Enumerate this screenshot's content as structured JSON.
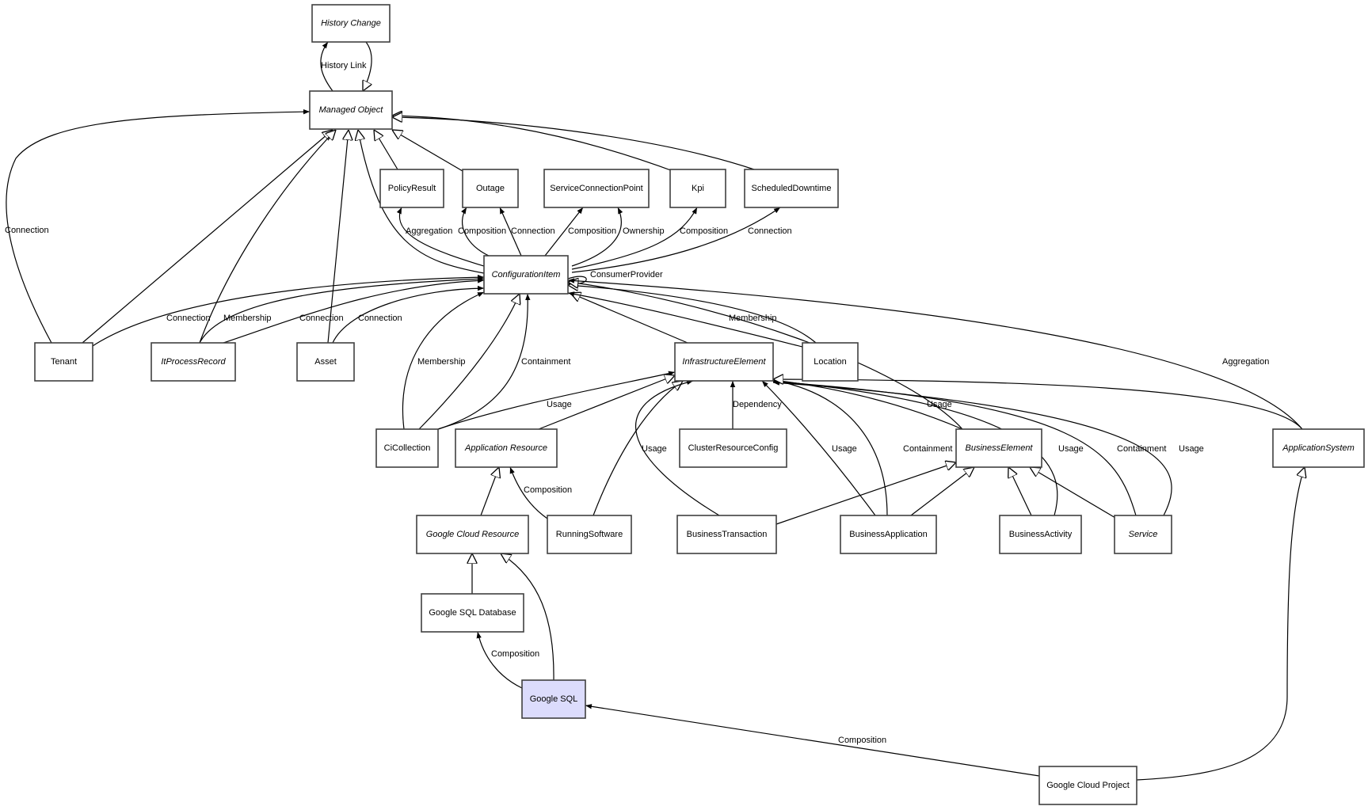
{
  "diagram": {
    "title": "Google SQL class relationship diagram",
    "highlight_color": "#dcdcfc",
    "nodes": [
      {
        "id": "history_change",
        "label": "History Change",
        "abstract": true
      },
      {
        "id": "managed_object",
        "label": "Managed Object",
        "abstract": true
      },
      {
        "id": "policy_result",
        "label": "PolicyResult",
        "abstract": false
      },
      {
        "id": "outage",
        "label": "Outage",
        "abstract": false
      },
      {
        "id": "service_connection_point",
        "label": "ServiceConnectionPoint",
        "abstract": false
      },
      {
        "id": "kpi",
        "label": "Kpi",
        "abstract": false
      },
      {
        "id": "scheduled_downtime",
        "label": "ScheduledDowntime",
        "abstract": false
      },
      {
        "id": "configuration_item",
        "label": "ConfigurationItem",
        "abstract": true
      },
      {
        "id": "tenant",
        "label": "Tenant",
        "abstract": false
      },
      {
        "id": "it_process_record",
        "label": "ItProcessRecord",
        "abstract": true
      },
      {
        "id": "asset",
        "label": "Asset",
        "abstract": false
      },
      {
        "id": "infrastructure_element",
        "label": "InfrastructureElement",
        "abstract": true
      },
      {
        "id": "location",
        "label": "Location",
        "abstract": false
      },
      {
        "id": "ci_collection",
        "label": "CiCollection",
        "abstract": false
      },
      {
        "id": "application_resource",
        "label": "Application Resource",
        "abstract": true
      },
      {
        "id": "cluster_resource_config",
        "label": "ClusterResourceConfig",
        "abstract": false
      },
      {
        "id": "business_element",
        "label": "BusinessElement",
        "abstract": true
      },
      {
        "id": "application_system",
        "label": "ApplicationSystem",
        "abstract": true
      },
      {
        "id": "google_cloud_resource",
        "label": "Google Cloud Resource",
        "abstract": true
      },
      {
        "id": "running_software",
        "label": "RunningSoftware",
        "abstract": false
      },
      {
        "id": "business_transaction",
        "label": "BusinessTransaction",
        "abstract": false
      },
      {
        "id": "business_application",
        "label": "BusinessApplication",
        "abstract": false
      },
      {
        "id": "business_activity",
        "label": "BusinessActivity",
        "abstract": false
      },
      {
        "id": "service",
        "label": "Service",
        "abstract": true
      },
      {
        "id": "google_sql_database",
        "label": "Google SQL Database",
        "abstract": false
      },
      {
        "id": "google_sql",
        "label": "Google SQL",
        "abstract": false,
        "highlighted": true
      },
      {
        "id": "google_cloud_project",
        "label": "Google Cloud Project",
        "abstract": false
      }
    ],
    "edges": [
      {
        "from": "managed_object",
        "to": "history_change",
        "label": "History Link",
        "kind": "association"
      },
      {
        "from": "history_change",
        "to": "managed_object",
        "label": "",
        "kind": "inheritance"
      },
      {
        "from": "tenant",
        "to": "managed_object",
        "label": "Connection",
        "kind": "association"
      },
      {
        "from": "tenant",
        "to": "managed_object",
        "label": "",
        "kind": "inheritance"
      },
      {
        "from": "it_process_record",
        "to": "managed_object",
        "label": "",
        "kind": "inheritance"
      },
      {
        "from": "asset",
        "to": "managed_object",
        "label": "",
        "kind": "inheritance"
      },
      {
        "from": "configuration_item",
        "to": "managed_object",
        "label": "",
        "kind": "inheritance"
      },
      {
        "from": "policy_result",
        "to": "managed_object",
        "label": "",
        "kind": "inheritance"
      },
      {
        "from": "outage",
        "to": "managed_object",
        "label": "",
        "kind": "inheritance"
      },
      {
        "from": "kpi",
        "to": "managed_object",
        "label": "",
        "kind": "inheritance"
      },
      {
        "from": "scheduled_downtime",
        "to": "managed_object",
        "label": "",
        "kind": "inheritance"
      },
      {
        "from": "configuration_item",
        "to": "policy_result",
        "label": "Aggregation",
        "kind": "association"
      },
      {
        "from": "configuration_item",
        "to": "outage",
        "label": "Composition",
        "kind": "association"
      },
      {
        "from": "configuration_item",
        "to": "outage",
        "label": "Connection",
        "kind": "association"
      },
      {
        "from": "configuration_item",
        "to": "service_connection_point",
        "label": "Composition",
        "kind": "association"
      },
      {
        "from": "configuration_item",
        "to": "service_connection_point",
        "label": "Ownership",
        "kind": "association"
      },
      {
        "from": "configuration_item",
        "to": "kpi",
        "label": "Composition",
        "kind": "association"
      },
      {
        "from": "configuration_item",
        "to": "scheduled_downtime",
        "label": "Connection",
        "kind": "association"
      },
      {
        "from": "configuration_item",
        "to": "configuration_item",
        "label": "ConsumerProvider",
        "kind": "association"
      },
      {
        "from": "tenant",
        "to": "configuration_item",
        "label": "Connection",
        "kind": "association"
      },
      {
        "from": "it_process_record",
        "to": "configuration_item",
        "label": "Membership",
        "kind": "association"
      },
      {
        "from": "it_process_record",
        "to": "configuration_item",
        "label": "Connection",
        "kind": "association"
      },
      {
        "from": "asset",
        "to": "configuration_item",
        "label": "Connection",
        "kind": "association"
      },
      {
        "from": "ci_collection",
        "to": "configuration_item",
        "label": "Membership",
        "kind": "association"
      },
      {
        "from": "ci_collection",
        "to": "configuration_item",
        "label": "",
        "kind": "inheritance"
      },
      {
        "from": "ci_collection",
        "to": "configuration_item",
        "label": "Containment",
        "kind": "association"
      },
      {
        "from": "infrastructure_element",
        "to": "configuration_item",
        "label": "",
        "kind": "inheritance"
      },
      {
        "from": "location",
        "to": "configuration_item",
        "label": "Membership",
        "kind": "association"
      },
      {
        "from": "location",
        "to": "configuration_item",
        "label": "",
        "kind": "inheritance"
      },
      {
        "from": "business_element",
        "to": "configuration_item",
        "label": "",
        "kind": "inheritance"
      },
      {
        "from": "application_system",
        "to": "configuration_item",
        "label": "Aggregation",
        "kind": "association"
      },
      {
        "from": "ci_collection",
        "to": "infrastructure_element",
        "label": "Usage",
        "kind": "association"
      },
      {
        "from": "application_resource",
        "to": "infrastructure_element",
        "label": "",
        "kind": "inheritance"
      },
      {
        "from": "running_software",
        "to": "infrastructure_element",
        "label": "",
        "kind": "inheritance"
      },
      {
        "from": "business_transaction",
        "to": "infrastructure_element",
        "label": "Usage",
        "kind": "association"
      },
      {
        "from": "cluster_resource_config",
        "to": "infrastructure_element",
        "label": "Dependency",
        "kind": "association"
      },
      {
        "from": "business_application",
        "to": "infrastructure_element",
        "label": "Usage",
        "kind": "association"
      },
      {
        "from": "business_application",
        "to": "infrastructure_element",
        "label": "Containment",
        "kind": "association"
      },
      {
        "from": "business_element",
        "to": "infrastructure_element",
        "label": "Usage",
        "kind": "association"
      },
      {
        "from": "business_activity",
        "to": "infrastructure_element",
        "label": "Usage",
        "kind": "association"
      },
      {
        "from": "service",
        "to": "infrastructure_element",
        "label": "Containment",
        "kind": "association"
      },
      {
        "from": "service",
        "to": "infrastructure_element",
        "label": "Usage",
        "kind": "association"
      },
      {
        "from": "application_system",
        "to": "infrastructure_element",
        "label": "",
        "kind": "inheritance"
      },
      {
        "from": "business_transaction",
        "to": "business_element",
        "label": "",
        "kind": "inheritance"
      },
      {
        "from": "business_application",
        "to": "business_element",
        "label": "",
        "kind": "inheritance"
      },
      {
        "from": "business_activity",
        "to": "business_element",
        "label": "",
        "kind": "inheritance"
      },
      {
        "from": "service",
        "to": "business_element",
        "label": "",
        "kind": "inheritance"
      },
      {
        "from": "google_cloud_resource",
        "to": "application_resource",
        "label": "",
        "kind": "inheritance"
      },
      {
        "from": "running_software",
        "to": "application_resource",
        "label": "Composition",
        "kind": "association"
      },
      {
        "from": "google_sql_database",
        "to": "google_cloud_resource",
        "label": "",
        "kind": "inheritance"
      },
      {
        "from": "google_sql",
        "to": "google_cloud_resource",
        "label": "",
        "kind": "inheritance"
      },
      {
        "from": "google_sql",
        "to": "google_sql_database",
        "label": "Composition",
        "kind": "association"
      },
      {
        "from": "google_cloud_project",
        "to": "google_sql",
        "label": "Composition",
        "kind": "association"
      },
      {
        "from": "google_cloud_project",
        "to": "application_system",
        "label": "",
        "kind": "inheritance"
      }
    ]
  }
}
